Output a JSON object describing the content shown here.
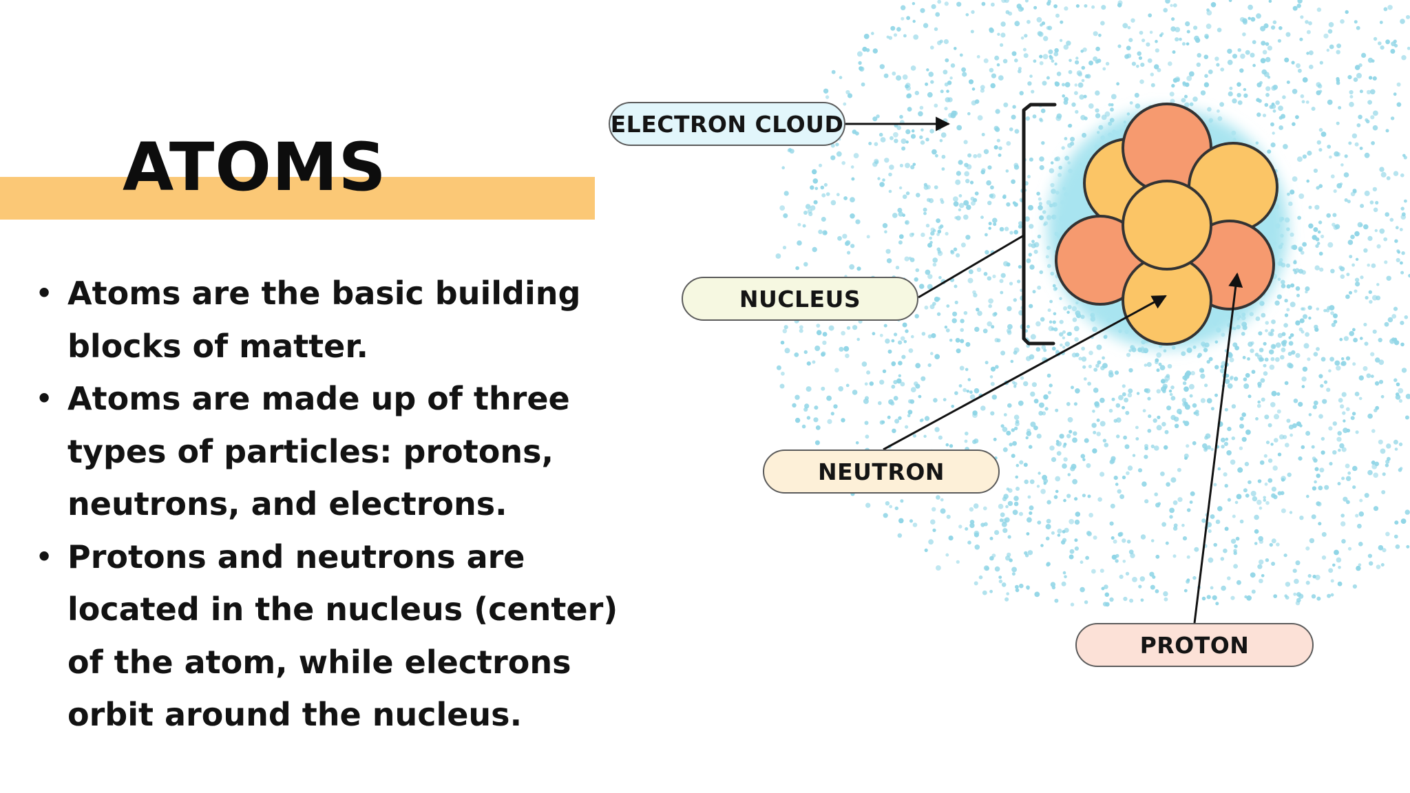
{
  "title": "ATOMS",
  "bullets": [
    "Atoms are the basic building blocks of matter.",
    "Atoms are made up of three types of particles: protons, neutrons, and electrons.",
    "Protons and neutrons are located in the nucleus (center) of the atom, while electrons orbit around the nucleus."
  ],
  "bullet_marker": "•",
  "diagram": {
    "labels": {
      "electron_cloud": "ELECTRON CLOUD",
      "nucleus": "NUCLEUS",
      "neutron": "NEUTRON",
      "proton": "PROTON"
    }
  },
  "colors": {
    "title_band": "#fbc876",
    "electron_cloud": "#8fd5e6",
    "nucleus_glow": "#a8e4f0",
    "neutron": "#fbc566",
    "proton": "#f69a6f",
    "outline": "#333333"
  }
}
